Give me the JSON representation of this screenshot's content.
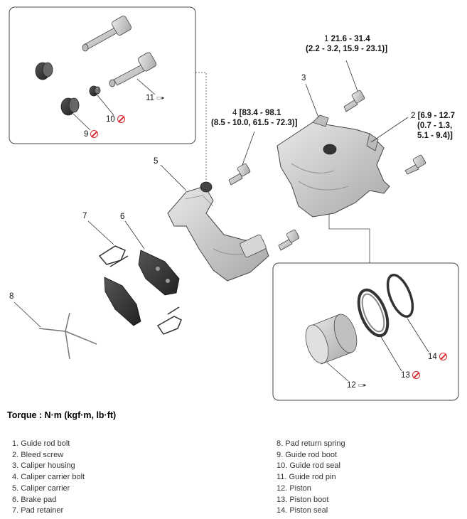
{
  "callouts": {
    "c1_num": "1",
    "c1_line1": "21.6 - 31.4",
    "c1_line2": "(2.2 - 3.2, 15.9 - 23.1)]",
    "c2_num": "2",
    "c2_line1": "[6.9 - 12.7",
    "c2_line2": "(0.7 - 1.3,",
    "c2_line3": "5.1 - 9.4)]",
    "c3": "3",
    "c4_num": "4",
    "c4_line1": "[83.4 - 98.1",
    "c4_line2": "(8.5 - 10.0, 61.5 - 72.3)]",
    "c5": "5",
    "c6": "6",
    "c7": "7",
    "c8": "8",
    "c9": "9",
    "c10": "10",
    "c11": "11",
    "c12": "12",
    "c13": "13",
    "c14": "14"
  },
  "torque_title": "Torque : N·m (kgf·m, lb·ft)",
  "legend_left": [
    "1. Guide rod bolt",
    "2. Bleed screw",
    "3. Caliper housing",
    "4. Caliper carrier bolt",
    "5. Caliper carrier",
    "6. Brake pad",
    "7. Pad retainer"
  ],
  "legend_right": [
    "8. Pad return spring",
    "9. Guide rod boot",
    "10. Guide rod seal",
    "11. Guide rod pin",
    "12. Piston",
    "13. Piston boot",
    "14. Piston seal"
  ],
  "icons": {
    "no_reuse": "no-reuse-icon",
    "grease": "grease-icon"
  },
  "colors": {
    "no_reuse": "#d9262c",
    "part_fill": "#cfcfcf",
    "line": "#444444"
  }
}
